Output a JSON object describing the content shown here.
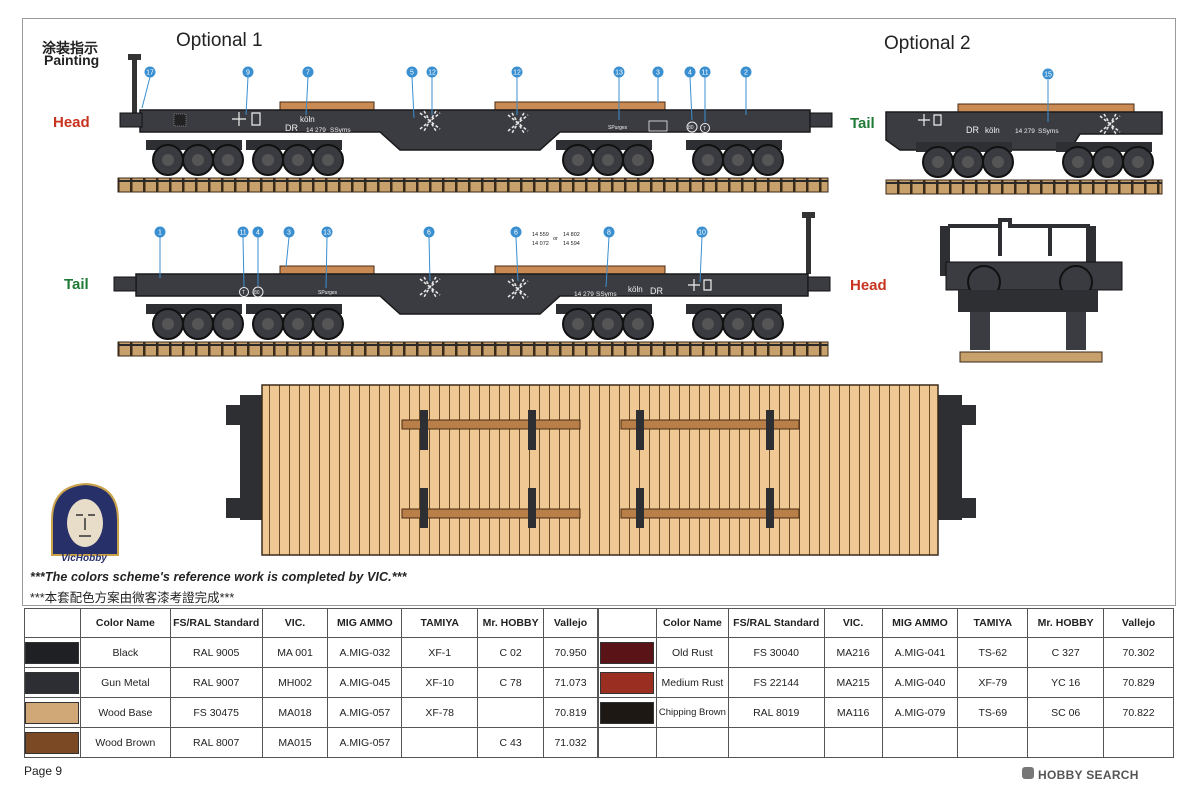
{
  "header": {
    "title_zh": "涂装指示",
    "title_en": "Painting"
  },
  "options": {
    "opt1": "Optional 1",
    "opt2": "Optional 2"
  },
  "end_labels": {
    "head": "Head",
    "tail": "Tail"
  },
  "wagon_markings": {
    "dr": "DR",
    "koln": "köln",
    "number": "14 279",
    "type": "SSyms",
    "sub": "SPurges",
    "brake_code": "80",
    "brake_letter": "T"
  },
  "alt_numbers": {
    "a": "14 559",
    "b": "14 072",
    "or": "or",
    "c": "14 802",
    "d": "14 594"
  },
  "callouts_top": [
    "17",
    "9",
    "7",
    "5",
    "12",
    "12",
    "13",
    "3",
    "4",
    "11",
    "2"
  ],
  "callouts_opt2": [
    "15"
  ],
  "callouts_bottom": [
    "1",
    "11",
    "4",
    "3",
    "13",
    "6",
    "6",
    "8",
    "10"
  ],
  "credit": {
    "en": "***The colors scheme's reference work is completed by VIC.***",
    "zh": "***本套配色方案由微客漆考證完成***"
  },
  "logo_text": "VicHobby",
  "table_headers": [
    "Color Name",
    "FS/RAL Standard",
    "VIC.",
    "MIG AMMO",
    "TAMIYA",
    "Mr. HOBBY",
    "Vallejo"
  ],
  "table_left": [
    {
      "name": "Black",
      "std": "RAL 9005",
      "vic": "MA 001",
      "mig": "A.MIG-032",
      "tamiya": "XF-1",
      "mrhobby": "C 02",
      "vallejo": "70.950",
      "color": "#1f2024"
    },
    {
      "name": "Gun Metal",
      "std": "RAL 9007",
      "vic": "MH002",
      "mig": "A.MIG-045",
      "tamiya": "XF-10",
      "mrhobby": "C 78",
      "vallejo": "71.073",
      "color": "#2d2e34"
    },
    {
      "name": "Wood Base",
      "std": "FS 30475",
      "vic": "MA018",
      "mig": "A.MIG-057",
      "tamiya": "XF-78",
      "mrhobby": "",
      "vallejo": "70.819",
      "color": "#d0a878"
    },
    {
      "name": "Wood Brown",
      "std": "RAL 8007",
      "vic": "MA015",
      "mig": "A.MIG-057",
      "tamiya": "",
      "mrhobby": "C 43",
      "vallejo": "71.032",
      "color": "#7b4a24"
    }
  ],
  "table_right": [
    {
      "name": "Old Rust",
      "std": "FS 30040",
      "vic": "MA216",
      "mig": "A.MIG-041",
      "tamiya": "TS-62",
      "mrhobby": "C 327",
      "vallejo": "70.302",
      "color": "#5a1418"
    },
    {
      "name": "Medium Rust",
      "std": "FS 22144",
      "vic": "MA215",
      "mig": "A.MIG-040",
      "tamiya": "XF-79",
      "mrhobby": "YC 16",
      "vallejo": "70.829",
      "color": "#9a2e20"
    },
    {
      "name": "Chipping Brown",
      "std": "RAL 8019",
      "vic": "MA116",
      "mig": "A.MIG-079",
      "tamiya": "TS-69",
      "mrhobby": "SC 06",
      "vallejo": "70.822",
      "color": "#1e1814"
    },
    {
      "name": "",
      "std": "",
      "vic": "",
      "mig": "",
      "tamiya": "",
      "mrhobby": "",
      "vallejo": "",
      "color": ""
    }
  ],
  "footer": {
    "page": "Page 9",
    "watermark": "HOBBY SEARCH"
  }
}
